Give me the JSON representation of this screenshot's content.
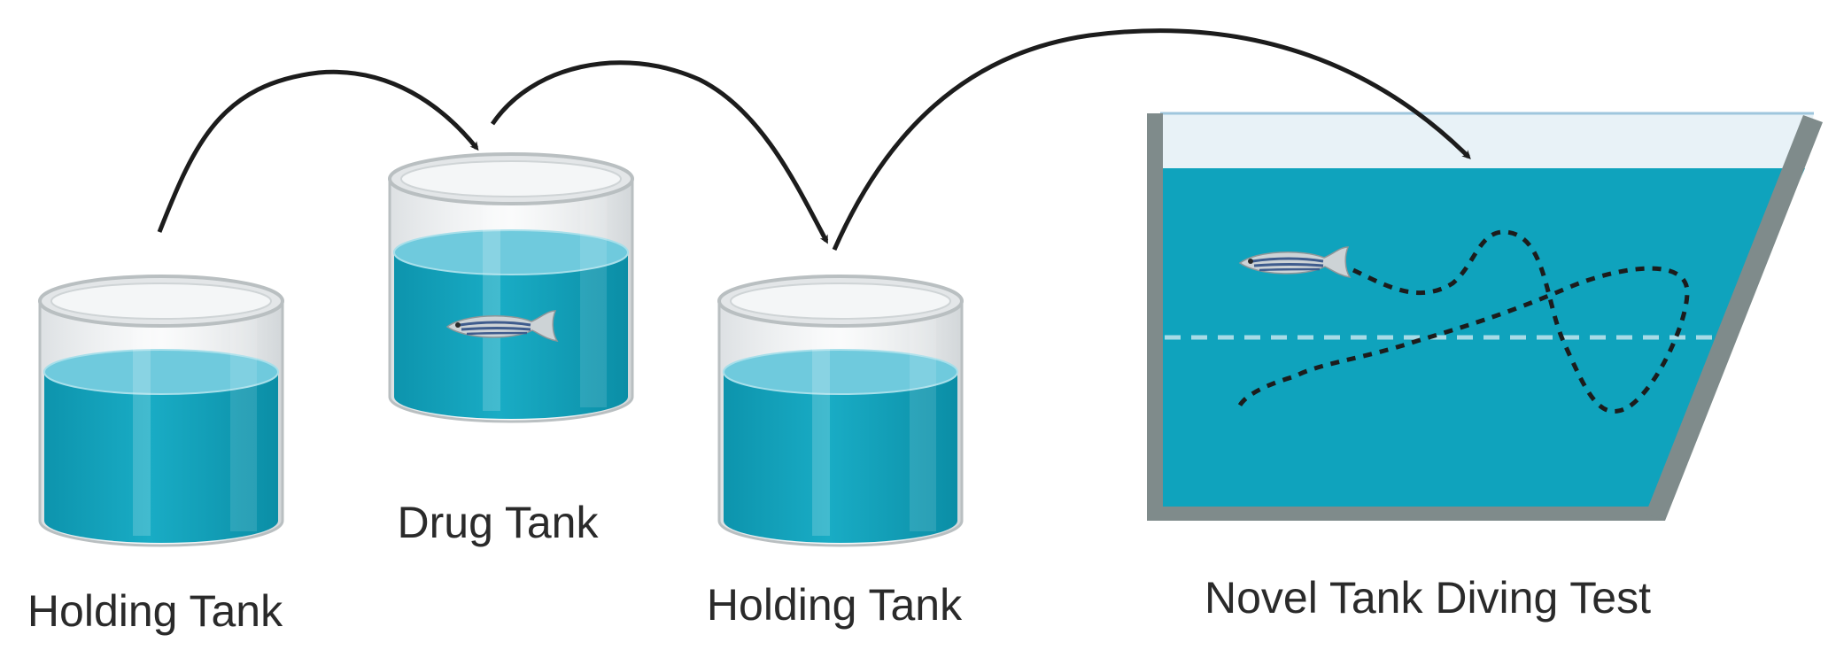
{
  "labels": {
    "holding_tank_1": "Holding Tank",
    "drug_tank": "Drug Tank",
    "holding_tank_2": "Holding Tank",
    "novel_tank": "Novel Tank Diving Test"
  },
  "colors": {
    "water": "#0fa3bd",
    "water_surface": "#7fd3e3",
    "glass_rim": "#d7dbdc",
    "glass_outline": "#b9bfc1",
    "tank_frame": "#7f8b8b",
    "air_gap": "#e8f2f7",
    "arrow": "#1c1c1c",
    "midline": "#a7dbe6",
    "fish_body": "#c9cfd2",
    "fish_stripe": "#3f5c8d"
  },
  "icons": {
    "fish": "zebrafish-icon",
    "arrow": "curved-arrow"
  }
}
